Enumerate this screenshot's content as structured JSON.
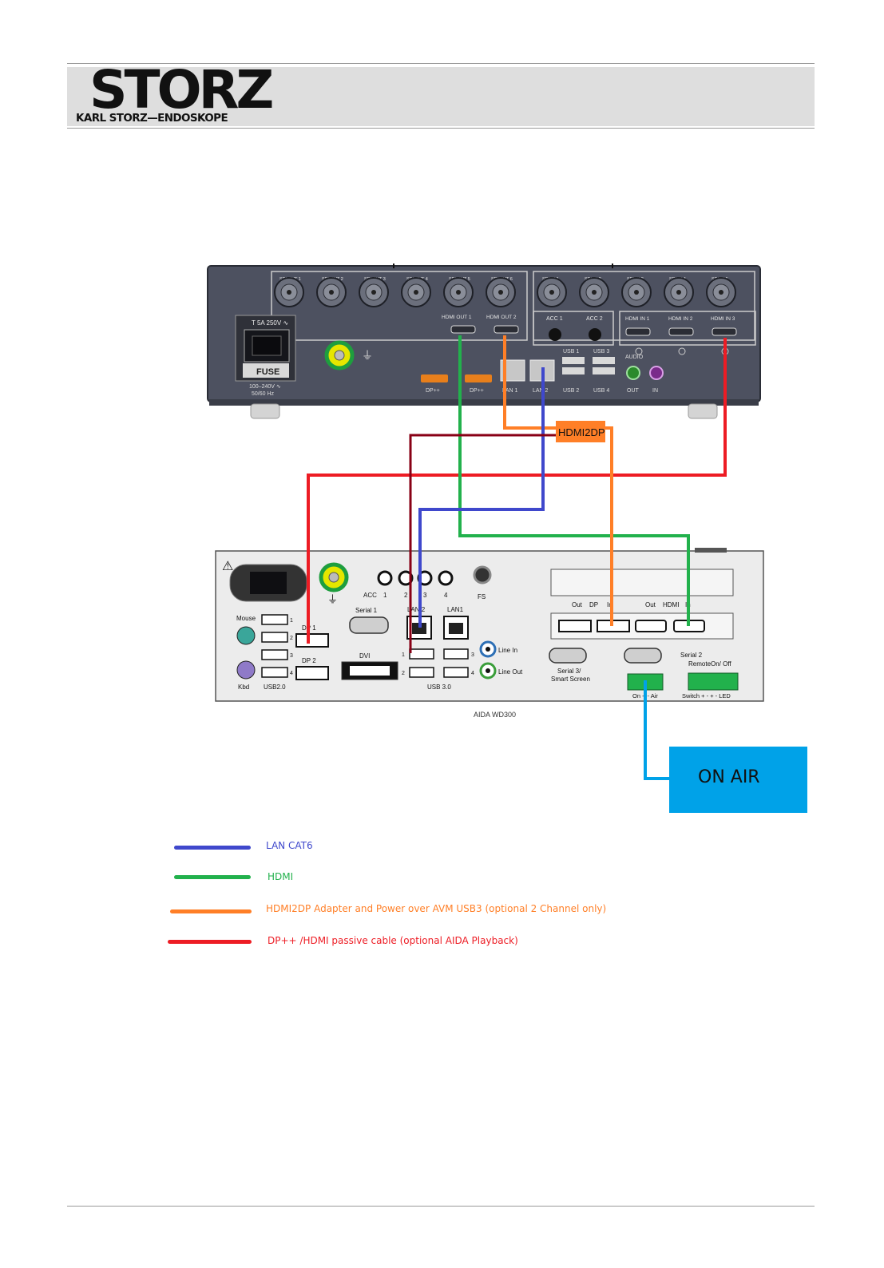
{
  "header": {
    "logo_main": "STORZ",
    "logo_sub": "KARL STORZ—ENDOSKOPE"
  },
  "avm": {
    "sdi_out": [
      "SDI OUT 1",
      "SDI OUT 2",
      "SDI OUT 3",
      "SDI OUT 4",
      "SDI OUT 5",
      "SDI OUT 6"
    ],
    "sdi_in": [
      "SDI IN 1",
      "SDI IN 2",
      "SDI IN 3",
      "SDI IN 4",
      "SDI IN 5"
    ],
    "hdmi_out_1": "HDMI OUT 1",
    "hdmi_out_2": "HDMI OUT 2",
    "hdmi_in_1": "HDMI IN 1",
    "hdmi_in_2": "HDMI IN 2",
    "hdmi_in_3": "HDMI IN 3",
    "acc_1": "ACC 1",
    "acc_2": "ACC 2",
    "fuse_rating": "T 5A 250V ∿",
    "fuse": "FUSE",
    "voltage": "100–240V ∿",
    "frequency": "50/60 Hz",
    "dp1": "DP++",
    "dp2": "DP++",
    "lan1": "LAN 1",
    "lan2": "LAN 2",
    "usb1": "USB 1",
    "usb2": "USB 2",
    "usb3": "USB 3",
    "usb4": "USB 4",
    "audio": "AUDIO",
    "audio_out": "OUT",
    "audio_in": "IN"
  },
  "adapter": {
    "label": "HDMI2DP"
  },
  "aida": {
    "model": "AIDA WD300",
    "acc": "ACC",
    "acc_nums": [
      "1",
      "2",
      "3",
      "4"
    ],
    "fs": "FS",
    "serial1": "Serial 1",
    "lan2": "LAN 2",
    "lan1": "LAN1",
    "mouse": "Mouse",
    "kbd": "Kbd",
    "usb20": "USB2.0",
    "usb_nums": [
      "1",
      "2",
      "3",
      "4"
    ],
    "dp1": "DP 1",
    "dp2": "DP 2",
    "dvi": "DVI",
    "usb30": "USB 3.0",
    "line_in": "Line In",
    "line_out": "Line Out",
    "out": "Out",
    "dp": "DP",
    "in": "In",
    "out2": "Out",
    "hdmi": "HDMI",
    "in2": "In",
    "serial3": "Serial 3/",
    "smart_screen": "Smart Screen",
    "serial2": "Serial 2",
    "remote": "RemoteOn/ Off",
    "on_air": "On + - Air",
    "switch_led": "Switch + - + - LED"
  },
  "on_air_box": {
    "label": "ON AIR",
    "color": "#00a2e8"
  },
  "legend": [
    {
      "label": "LAN CAT6",
      "color": "#3f48cc",
      "text_color": "#3f48cc"
    },
    {
      "label": "HDMI",
      "color": "#22b14c",
      "text_color": "#22b14c"
    },
    {
      "label": "HDMI2DP Adapter and Power over AVM USB3 (optional 2 Channel only)",
      "color": "#ff7f27",
      "text_color": "#ff7f27"
    },
    {
      "label": "DP++ /HDMI passive cable (optional AIDA Playback)",
      "color": "#ed1c24",
      "text_color": "#ed1c24"
    }
  ],
  "cable_colors": {
    "lan": "#3f48cc",
    "hdmi": "#22b14c",
    "hdmi2dp": "#ff7f27",
    "dp_passive": "#ed1c24",
    "usb_power": "#880015",
    "on_air": "#00a2e8"
  }
}
